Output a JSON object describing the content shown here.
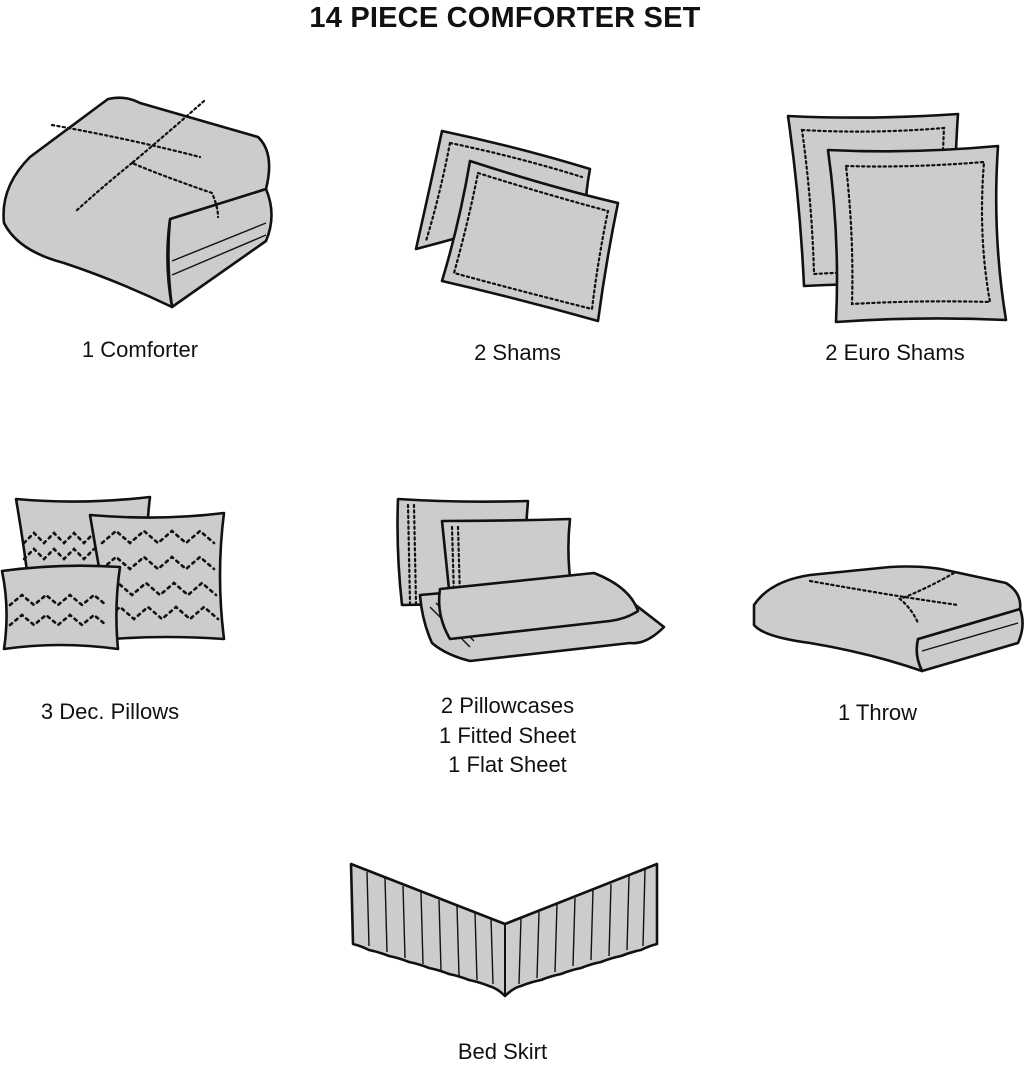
{
  "title": "14 PIECE COMFORTER SET",
  "items": [
    {
      "icon": "comforter-icon",
      "label": "1 Comforter"
    },
    {
      "icon": "shams-icon",
      "label": "2 Shams"
    },
    {
      "icon": "euro-shams-icon",
      "label": "2 Euro Shams"
    },
    {
      "icon": "decorative-pillows-icon",
      "label": "3 Dec. Pillows"
    },
    {
      "icon": "sheet-set-icon",
      "lines": [
        "2 Pillowcases",
        "1 Fitted Sheet",
        "1 Flat Sheet"
      ]
    },
    {
      "icon": "throw-icon",
      "label": "1 Throw"
    },
    {
      "icon": "bed-skirt-icon",
      "label": "Bed Skirt"
    }
  ],
  "colors": {
    "fabric": "#cccccc",
    "outline": "#111111",
    "background": "#ffffff"
  }
}
